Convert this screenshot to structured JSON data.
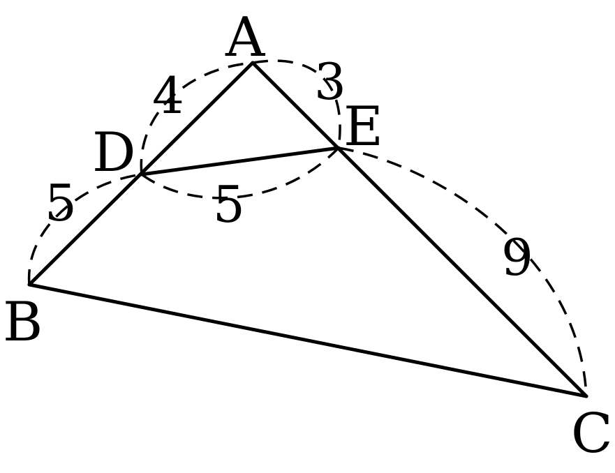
{
  "diagram": {
    "vertices": {
      "A": "A",
      "B": "B",
      "C": "C",
      "D": "D",
      "E": "E"
    },
    "lengths": {
      "AD": "4",
      "DB": "5",
      "AE": "3",
      "EC": "9",
      "DE": "5"
    }
  }
}
